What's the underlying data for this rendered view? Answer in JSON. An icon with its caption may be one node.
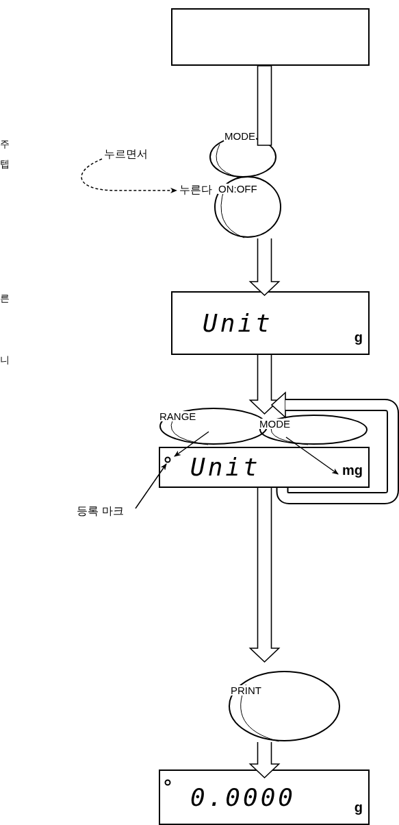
{
  "diagram": {
    "nodes": [
      {
        "text": [],
        "shape": "box"
      },
      {
        "text": [
          "MODE"
        ]
      },
      {
        "text": [
          "ON:OFF"
        ]
      },
      {
        "text": [
          "누르면서"
        ]
      },
      {
        "text": [
          "누른다"
        ]
      },
      {
        "text": [
          "Unit",
          "g"
        ]
      },
      {
        "text": [
          "RANGE"
        ]
      },
      {
        "text": [
          "MODE"
        ]
      },
      {
        "text": [
          "Unit",
          "mg"
        ]
      },
      {
        "text": [
          "등록 마크"
        ]
      },
      {
        "text": [
          "PRINT"
        ]
      },
      {
        "text": [
          "0.0000",
          "g"
        ]
      }
    ],
    "edges": [
      {
        "from": 0,
        "to": 1,
        "arrow": "none",
        "style": "thick"
      },
      {
        "from": 2,
        "to": 5,
        "arrow": "to",
        "style": "thick"
      },
      {
        "from": 3,
        "to": 4,
        "arrow": "to",
        "style": "dashed"
      },
      {
        "from": 5,
        "to": 6,
        "arrow": "to",
        "style": "thick"
      },
      {
        "from": 8,
        "to": 6,
        "arrow": "to",
        "style": "thick"
      },
      {
        "from": 6,
        "to": 8,
        "arrow": "to"
      },
      {
        "from": 7,
        "to": 8,
        "arrow": "to"
      },
      {
        "from": 9,
        "to": 8,
        "arrow": "to"
      },
      {
        "from": 8,
        "to": 10,
        "arrow": "to",
        "style": "thick"
      },
      {
        "from": 10,
        "to": 11,
        "arrow": "to",
        "style": "thick"
      }
    ],
    "labels": [
      "주",
      "텝",
      "른",
      "니"
    ]
  }
}
